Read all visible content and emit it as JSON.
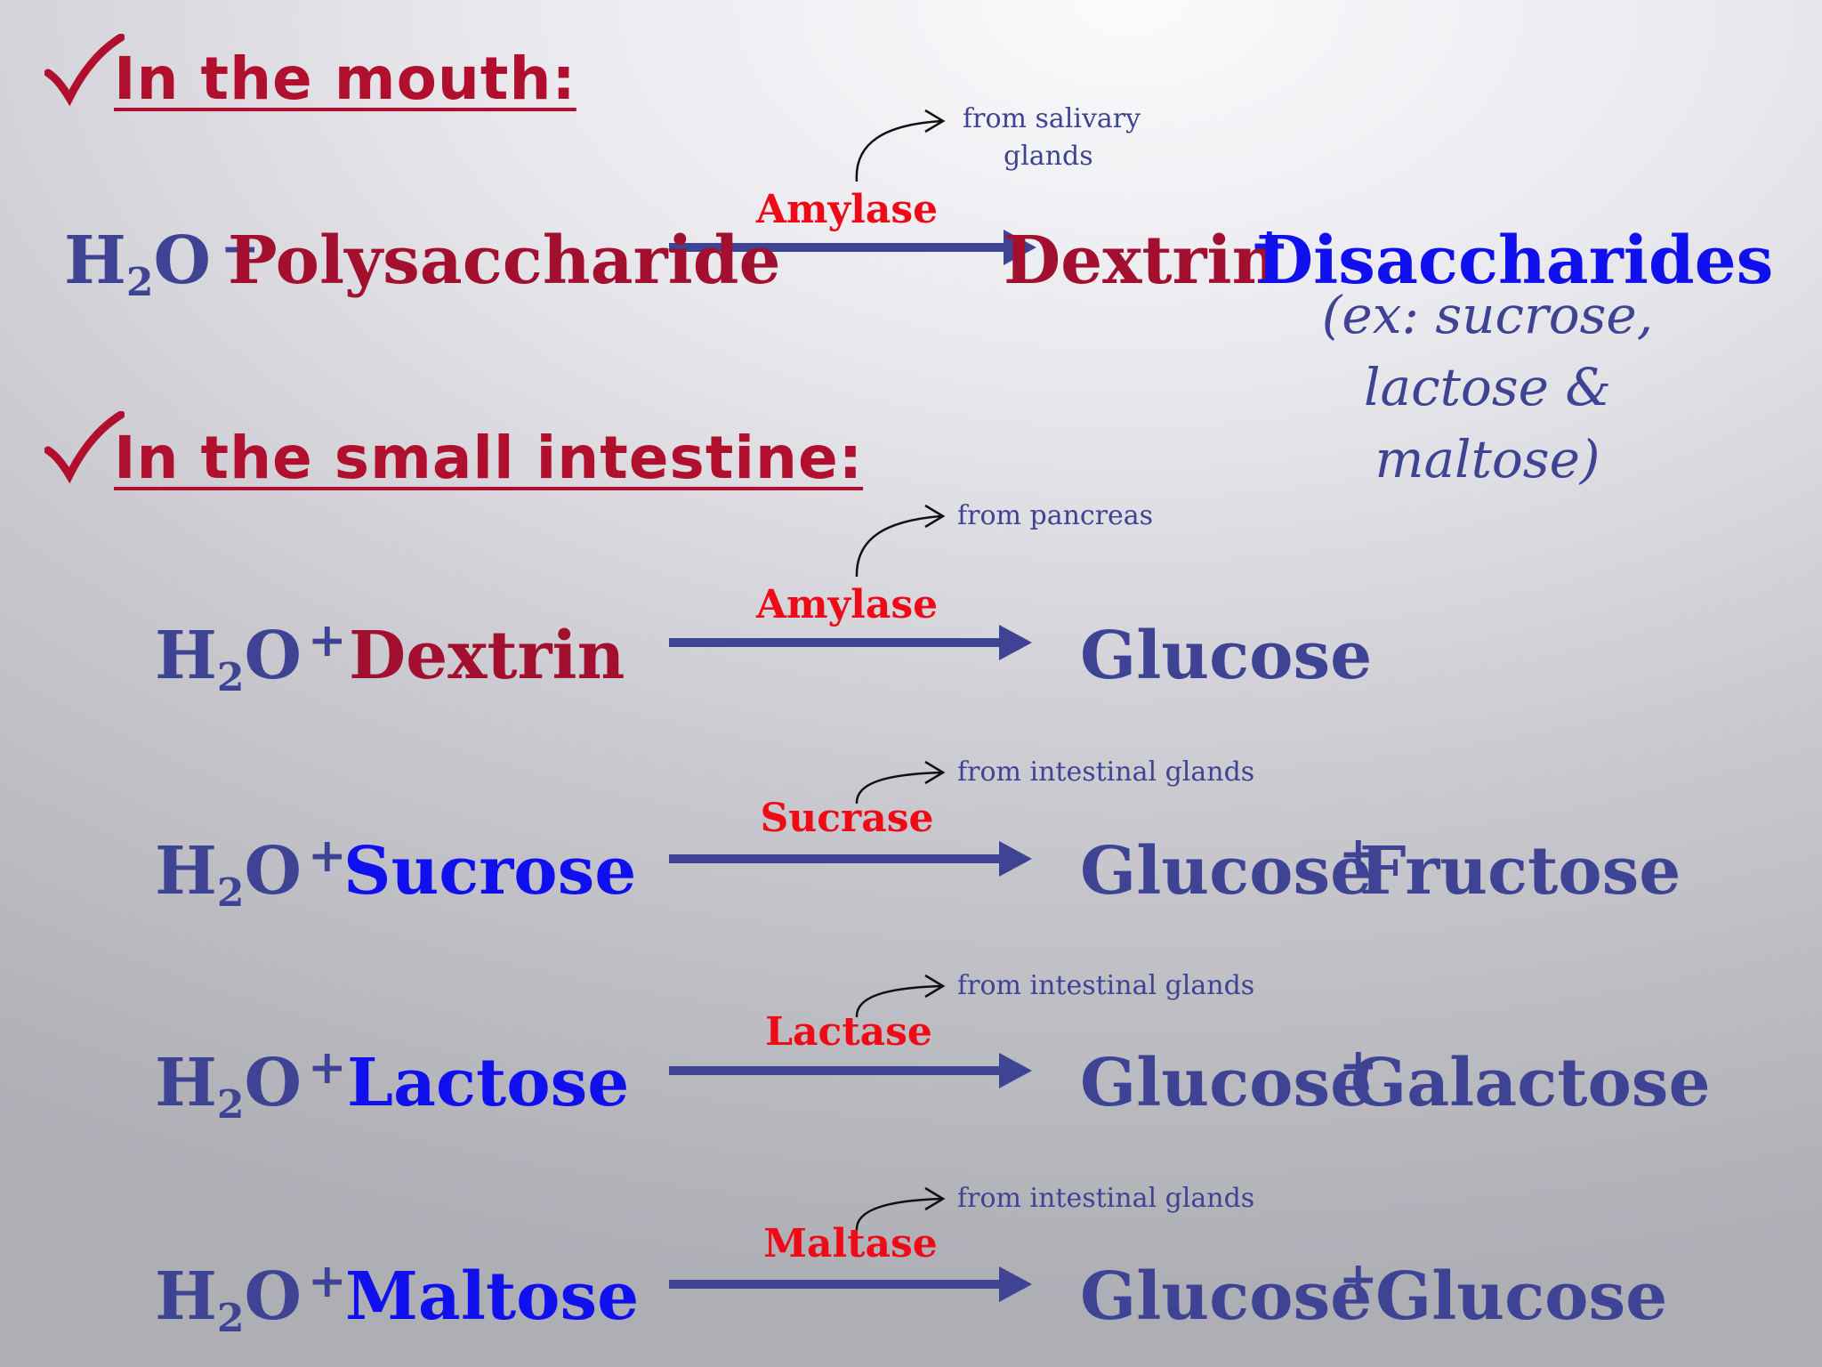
{
  "mouth": {
    "heading": "In the mouth:",
    "reactant_water": "H",
    "water_sub": "2",
    "water_o": "O",
    "plus": "+",
    "substrate": "Polysaccharide",
    "enzyme": "Amylase",
    "source_line1": "from salivary",
    "source_line2": "glands",
    "product1": "Dextrin",
    "product2": "Disaccharides",
    "example": "(ex: sucrose, lactose & maltose)"
  },
  "intestine": {
    "heading": "In the small intestine:",
    "reactions": [
      {
        "water": "H",
        "water_sub": "2",
        "water_o": "O",
        "plus": "+",
        "substrate": "Dextrin",
        "enzyme": "Amylase",
        "source": "from pancreas",
        "product1": "Glucose",
        "plus2": "",
        "product2": ""
      },
      {
        "water": "H",
        "water_sub": "2",
        "water_o": "O",
        "plus": "+",
        "substrate": "Sucrose",
        "enzyme": "Sucrase",
        "source": "from intestinal glands",
        "product1": "Glucose",
        "plus2": "+",
        "product2": "Fructose"
      },
      {
        "water": "H",
        "water_sub": "2",
        "water_o": "O",
        "plus": "+",
        "substrate": "Lactose",
        "enzyme": "Lactase",
        "source": "from intestinal glands",
        "product1": "Glucose",
        "plus2": "+",
        "product2": "Galactose"
      },
      {
        "water": "H",
        "water_sub": "2",
        "water_o": "O",
        "plus": "+",
        "substrate": "Maltose",
        "enzyme": "Maltase",
        "source": "from intestinal glands",
        "product1": "Glucose",
        "plus2": "+",
        "product2": "Glucose"
      }
    ]
  },
  "colors": {
    "heading": "#b0102e",
    "enzyme": "#ee0a17",
    "arrow": "#3e4393",
    "maroon_term": "#a3102f",
    "blue_term": "#1010ee",
    "navy_term": "#3e4393"
  },
  "icons": {
    "checkmark": "checkmark-icon"
  }
}
